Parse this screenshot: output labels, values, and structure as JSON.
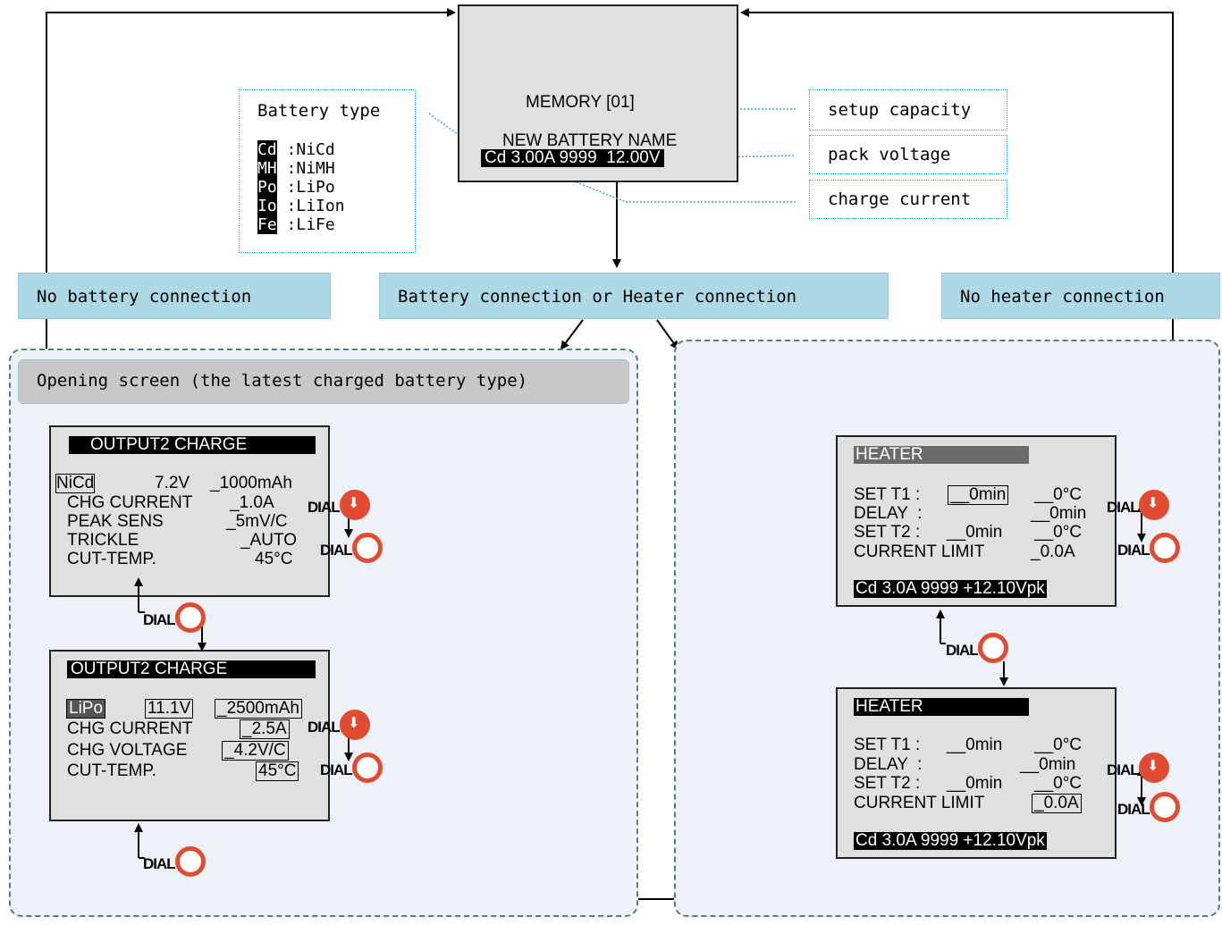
{
  "memory_screen": {
    "line1": "MEMORY [01]",
    "line2": "NEW BATTERY NAME",
    "line3": "Cd 3.00A 9999  12.00V"
  },
  "battery_type": {
    "title": "Battery type",
    "items": [
      {
        "code": "Cd",
        "name": ":NiCd"
      },
      {
        "code": "MH",
        "name": ":NiMH"
      },
      {
        "code": "Po",
        "name": ":LiPo"
      },
      {
        "code": "Io",
        "name": ":LiIon"
      },
      {
        "code": "Fe",
        "name": ":LiFe"
      }
    ]
  },
  "callouts": {
    "setup_capacity": "setup capacity",
    "pack_voltage": "pack voltage",
    "charge_current": "charge current"
  },
  "connections": {
    "left": "No battery connection",
    "center": "Battery connection or Heater connection",
    "right": "No heater connection"
  },
  "opening_screen_label": "Opening screen (the latest charged battery type)",
  "dial_label": "DIAL",
  "charge_screen_1": {
    "title": "OUTPUT2 CHARGE",
    "type": "NiCd",
    "voltage": "7.2V",
    "capacity": "_1000mAh",
    "rows": [
      {
        "label": "CHG CURRENT",
        "value": "_1.0A"
      },
      {
        "label": "PEAK SENS",
        "value": "_5mV/C"
      },
      {
        "label": "TRICKLE",
        "value": "_AUTO"
      },
      {
        "label": "CUT-TEMP.",
        "value": "45°C"
      }
    ]
  },
  "charge_screen_2": {
    "title": "OUTPUT2 CHARGE",
    "type": "LiPo",
    "voltage": "11.1V",
    "capacity": "_2500mAh",
    "rows": [
      {
        "label": "CHG CURRENT",
        "value": "_2.5A"
      },
      {
        "label": "CHG VOLTAGE",
        "value": "_4.2V/C"
      },
      {
        "label": "CUT-TEMP.",
        "value": "45°C"
      }
    ]
  },
  "heater_screen_1": {
    "title": "HEATER",
    "set_t1_label": "SET T1 :",
    "set_t1_time": "__0min",
    "set_t1_temp": "__0°C",
    "delay_label": "DELAY  :",
    "delay_value": "__0min",
    "set_t2_label": "SET T2 :",
    "set_t2_time": "__0min",
    "set_t2_temp": "__0°C",
    "limit_label": "CURRENT LIMIT",
    "limit_value": "_0.0A",
    "status": "Cd 3.0A 9999 +12.10Vpk"
  },
  "heater_screen_2": {
    "title": "HEATER",
    "set_t1_label": "SET T1 :",
    "set_t1_time": "__0min",
    "set_t1_temp": "__0°C",
    "delay_label": "DELAY  :",
    "delay_value": "__0min",
    "set_t2_label": "SET T2 :",
    "set_t2_time": "__0min",
    "set_t2_temp": "__0°C",
    "limit_label": "CURRENT LIMIT",
    "limit_value": "_0.0A",
    "status": "Cd 3.0A 9999 +12.10Vpk"
  },
  "colors": {
    "label_bg": "#add8e6",
    "panel_bg": "#eef2f8",
    "panel_border": "#4a7f8a",
    "dial_red": "#e04b32",
    "callout_dots": "#3aa6d8"
  }
}
